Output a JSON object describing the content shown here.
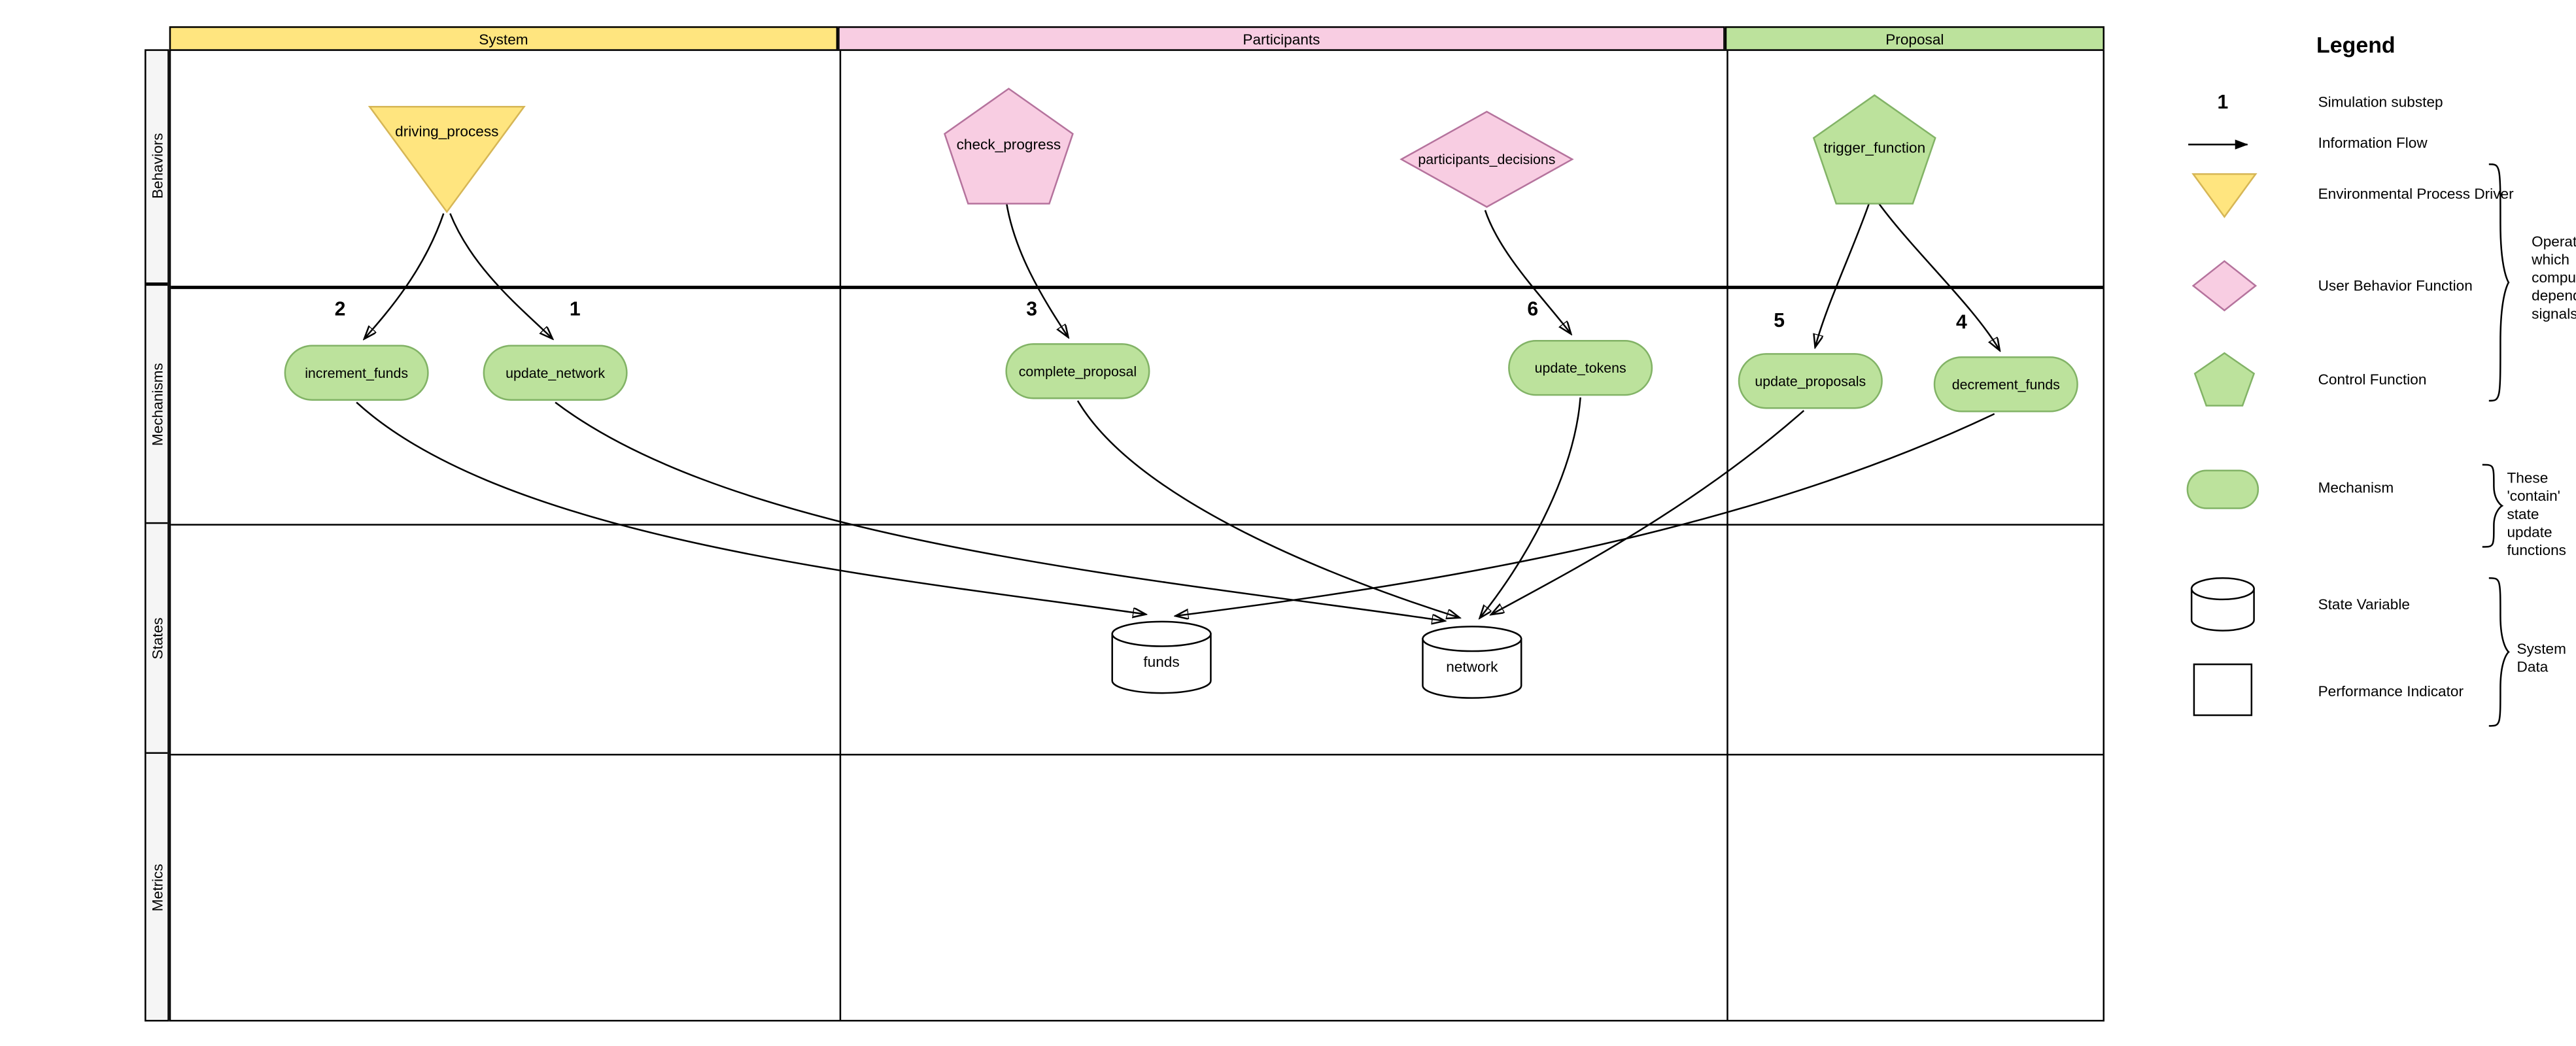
{
  "header": {
    "columns": [
      {
        "label": "System"
      },
      {
        "label": "Participants"
      },
      {
        "label": "Proposal"
      }
    ]
  },
  "rows": [
    {
      "label": "Behaviors"
    },
    {
      "label": "Mechanisms"
    },
    {
      "label": "States"
    },
    {
      "label": "Metrics"
    }
  ],
  "nodes": {
    "driving_process": {
      "label": "driving_process",
      "shape": "triangle-down"
    },
    "check_progress": {
      "label": "check_progress",
      "shape": "pentagon"
    },
    "participants_decisions": {
      "label": "participants_decisions",
      "shape": "diamond"
    },
    "trigger_function": {
      "label": "trigger_function",
      "shape": "pentagon"
    },
    "increment_funds": {
      "label": "increment_funds",
      "substep": "2"
    },
    "update_network": {
      "label": "update_network",
      "substep": "1"
    },
    "complete_proposal": {
      "label": "complete_proposal",
      "substep": "3"
    },
    "update_tokens": {
      "label": "update_tokens",
      "substep": "6"
    },
    "update_proposals": {
      "label": "update_proposals",
      "substep": "5"
    },
    "decrement_funds": {
      "label": "decrement_funds",
      "substep": "4"
    },
    "funds": {
      "label": "funds",
      "shape": "cylinder"
    },
    "network": {
      "label": "network",
      "shape": "cylinder"
    }
  },
  "legend": {
    "title": "Legend",
    "items": [
      {
        "symbol": "number",
        "symbol_text": "1",
        "label": "Simulation substep"
      },
      {
        "symbol": "arrow",
        "label": "Information Flow"
      },
      {
        "symbol": "triangle-down",
        "label": "Environmental Process Driver"
      },
      {
        "symbol": "diamond",
        "label": "User Behavior Function"
      },
      {
        "symbol": "pentagon",
        "label": "Control Function"
      },
      {
        "symbol": "pill",
        "label": "Mechanism"
      },
      {
        "symbol": "cylinder",
        "label": "State Variable"
      },
      {
        "symbol": "square",
        "label": "Performance Indicator"
      }
    ],
    "annotations": [
      {
        "text": "Operators which compute state dependent signals"
      },
      {
        "text": "These 'contain' state update functions"
      },
      {
        "text": "System Data"
      }
    ]
  },
  "colors": {
    "yellow_fill": "#FFE57F",
    "yellow_stroke": "#D6B656",
    "pink_fill": "#F8CDE2",
    "pink_stroke": "#B5739D",
    "green_fill": "#BCE29C",
    "green_stroke": "#82B366",
    "line": "#000000",
    "background": "#FFFFFF"
  }
}
